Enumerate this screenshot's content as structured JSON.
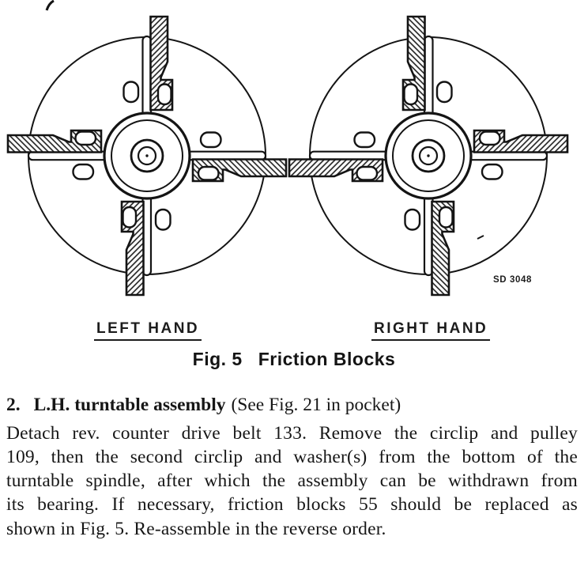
{
  "figure": {
    "left_label": "LEFT HAND",
    "right_label": "RIGHT HAND",
    "caption_prefix": "Fig. 5",
    "caption_title": "Friction Blocks",
    "drawing_code": "SD 3048",
    "ink_color": "#161616",
    "paper_color": "#ffffff"
  },
  "section": {
    "number": "2.",
    "title": "L.H. turntable assembly",
    "title_note": "(See Fig. 21 in pocket)",
    "lines": [
      "Detach rev. counter drive belt 133. Remove the circlip and pulley",
      "109, then the second circlip and washer(s) from the bottom of the",
      "turntable spindle, after which the assembly can be withdrawn from",
      "its bearing. If necessary, friction blocks 55 should be replaced as",
      "shown in Fig. 5. Re-assemble in the reverse order."
    ]
  }
}
